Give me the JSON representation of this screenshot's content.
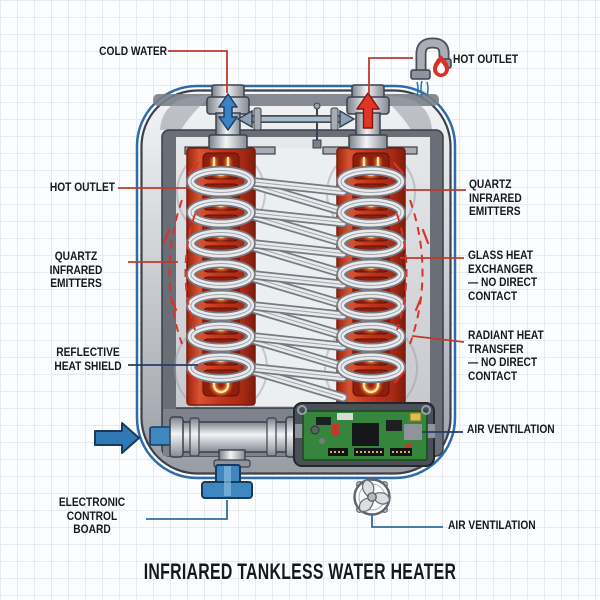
{
  "title": "INFRIARED TANKLESS WATER HEATER",
  "labels": {
    "cold_water": "COLD WATER",
    "hot_outlet_top": "HOT OUTLET",
    "hot_outlet_left": "HOT OUTLET",
    "quartz_infrared_left": "QUARTZ INFRARED\nEMITTERS",
    "reflective_heat_shield": "REFLECTIVE\nHEAT SHIELD",
    "electronic_control_board": "ELECTRONIC\nCONTROL BOARD",
    "quartz_infrared_right": "QUARTZ INFRARED\nEMITTERS",
    "glass_heat_exchanger": "GLASS HEAT EXCHANGER\n— NO DIRECT CONTACT",
    "radiant_heat_transfer": "RADIANT HEAT TRANSFER\n— NO DIRECT CONTACT",
    "air_ventilation_top": "AIR VENTILATION",
    "air_ventilation_bottom": "AIR VENTILATION"
  },
  "icons": {
    "flame": "flame-icon",
    "faucet": "faucet-icon",
    "fan": "fan-icon",
    "cold_water_arrow": "cold-water-arrow-icon",
    "hot_water_arrow": "hot-water-arrow-icon",
    "water_inlet_arrow": "water-inlet-arrow-icon",
    "water_drip": "water-drip-icon"
  },
  "colors": {
    "leader_red": "#c0392b",
    "leader_blue": "#2e6da4",
    "leader_navy": "#1f3f66",
    "emitter_red": "#c0331c",
    "emitter_glow": "#ffeaa6",
    "arrow_blue": "#3b82c4",
    "arrow_red": "#e03527",
    "pcb_green": "#35853c",
    "casing_silver": "#caccd1",
    "outline_blue": "#2d6ca8",
    "dashed_heat": "#d6342c",
    "text": "#17181a",
    "grid": "#e7ebef"
  }
}
